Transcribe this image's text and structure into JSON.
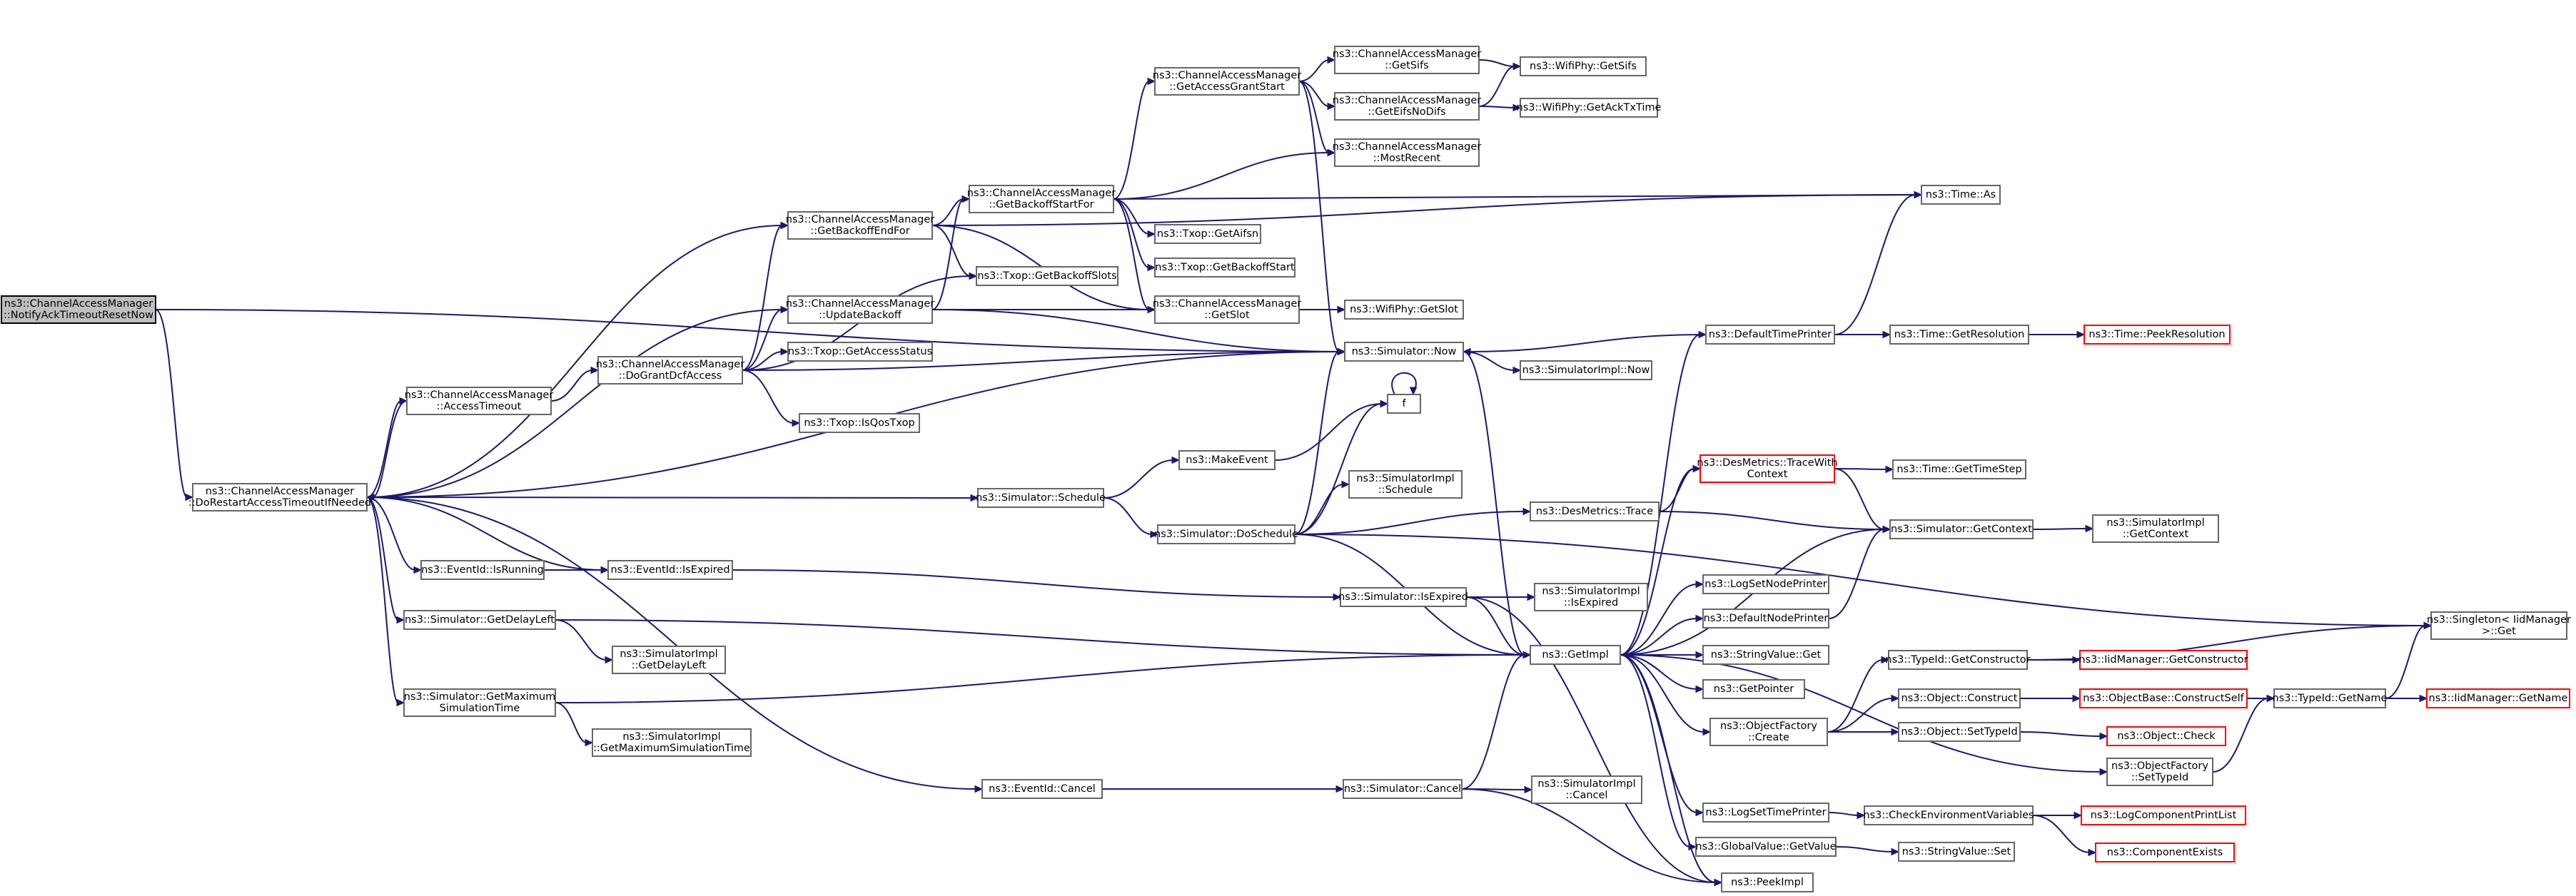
{
  "diagram": {
    "nodes": [
      {
        "id": "root",
        "lines": [
          "ns3::ChannelAccessManager",
          "::NotifyAckTimeoutResetNow"
        ],
        "style": "root"
      },
      {
        "id": "restart",
        "lines": [
          "ns3::ChannelAccessManager",
          "::DoRestartAccessTimeoutIfNeeded"
        ]
      },
      {
        "id": "getBackoffEnd",
        "lines": [
          "ns3::ChannelAccessManager",
          "::GetBackoffEndFor"
        ]
      },
      {
        "id": "updateBackoff",
        "lines": [
          "ns3::ChannelAccessManager",
          "::UpdateBackoff"
        ]
      },
      {
        "id": "doGrant",
        "lines": [
          "ns3::ChannelAccessManager",
          "::DoGrantDcfAccess"
        ]
      },
      {
        "id": "accessTimeout",
        "lines": [
          "ns3::ChannelAccessManager",
          "::AccessTimeout"
        ]
      },
      {
        "id": "getBackoffStart",
        "lines": [
          "ns3::ChannelAccessManager",
          "::GetBackoffStartFor"
        ]
      },
      {
        "id": "getAccessGrant",
        "lines": [
          "ns3::ChannelAccessManager",
          "::GetAccessGrantStart"
        ]
      },
      {
        "id": "cmGetSifs",
        "lines": [
          "ns3::ChannelAccessManager",
          "::GetSifs"
        ]
      },
      {
        "id": "cmGetEifs",
        "lines": [
          "ns3::ChannelAccessManager",
          "::GetEifsNoDifs"
        ]
      },
      {
        "id": "mostRecent",
        "lines": [
          "ns3::ChannelAccessManager",
          "::MostRecent"
        ]
      },
      {
        "id": "cmGetSlot",
        "lines": [
          "ns3::ChannelAccessManager",
          "::GetSlot"
        ]
      },
      {
        "id": "phySifs",
        "lines": [
          "ns3::WifiPhy::GetSifs"
        ]
      },
      {
        "id": "phyAck",
        "lines": [
          "ns3::WifiPhy::GetAckTxTime"
        ]
      },
      {
        "id": "phySlot",
        "lines": [
          "ns3::WifiPhy::GetSlot"
        ]
      },
      {
        "id": "timeAs",
        "lines": [
          "ns3::Time::As"
        ]
      },
      {
        "id": "txopAifsn",
        "lines": [
          "ns3::Txop::GetAifsn"
        ]
      },
      {
        "id": "txopBackoffStart",
        "lines": [
          "ns3::Txop::GetBackoffStart"
        ]
      },
      {
        "id": "txopBackoffSlots",
        "lines": [
          "ns3::Txop::GetBackoffSlots"
        ]
      },
      {
        "id": "txopAccessStatus",
        "lines": [
          "ns3::Txop::GetAccessStatus"
        ]
      },
      {
        "id": "txopQos",
        "lines": [
          "ns3::Txop::IsQosTxop"
        ]
      },
      {
        "id": "simNow",
        "lines": [
          "ns3::Simulator::Now"
        ]
      },
      {
        "id": "simImplNow",
        "lines": [
          "ns3::SimulatorImpl::Now"
        ]
      },
      {
        "id": "defaultTimePrinter",
        "lines": [
          "ns3::DefaultTimePrinter"
        ]
      },
      {
        "id": "timeGetRes",
        "lines": [
          "ns3::Time::GetResolution"
        ]
      },
      {
        "id": "timePeekRes",
        "lines": [
          "ns3::Time::PeekResolution"
        ],
        "style": "trunc"
      },
      {
        "id": "f",
        "lines": [
          "f"
        ]
      },
      {
        "id": "makeEvent",
        "lines": [
          "ns3::MakeEvent"
        ]
      },
      {
        "id": "simSchedule",
        "lines": [
          "ns3::Simulator::Schedule"
        ]
      },
      {
        "id": "simDoSchedule",
        "lines": [
          "ns3::Simulator::DoSchedule"
        ]
      },
      {
        "id": "simImplSchedule",
        "lines": [
          "ns3::SimulatorImpl",
          "::Schedule"
        ]
      },
      {
        "id": "desTraceCtx",
        "lines": [
          "ns3::DesMetrics::TraceWith",
          "Context"
        ],
        "style": "trunc"
      },
      {
        "id": "desTrace",
        "lines": [
          "ns3::DesMetrics::Trace"
        ]
      },
      {
        "id": "timeStep",
        "lines": [
          "ns3::Time::GetTimeStep"
        ]
      },
      {
        "id": "simGetCtx",
        "lines": [
          "ns3::Simulator::GetContext"
        ]
      },
      {
        "id": "simImplGetCtx",
        "lines": [
          "ns3::SimulatorImpl",
          "::GetContext"
        ]
      },
      {
        "id": "eventIsRunning",
        "lines": [
          "ns3::EventId::IsRunning"
        ]
      },
      {
        "id": "eventIsExpired",
        "lines": [
          "ns3::EventId::IsExpired"
        ]
      },
      {
        "id": "simIsExpired",
        "lines": [
          "ns3::Simulator::IsExpired"
        ]
      },
      {
        "id": "simImplIsExpired",
        "lines": [
          "ns3::SimulatorImpl",
          "::IsExpired"
        ]
      },
      {
        "id": "simGetDelayLeft",
        "lines": [
          "ns3::Simulator::GetDelayLeft"
        ]
      },
      {
        "id": "simImplDelayLeft",
        "lines": [
          "ns3::SimulatorImpl",
          "::GetDelayLeft"
        ]
      },
      {
        "id": "simGetMax",
        "lines": [
          "ns3::Simulator::GetMaximum",
          "SimulationTime"
        ]
      },
      {
        "id": "simImplMax",
        "lines": [
          "ns3::SimulatorImpl",
          "::GetMaximumSimulationTime"
        ]
      },
      {
        "id": "getImpl",
        "lines": [
          "ns3::GetImpl"
        ]
      },
      {
        "id": "logSetNode",
        "lines": [
          "ns3::LogSetNodePrinter"
        ]
      },
      {
        "id": "defaultNodePrinter",
        "lines": [
          "ns3::DefaultNodePrinter"
        ]
      },
      {
        "id": "strValGet",
        "lines": [
          "ns3::StringValue::Get"
        ]
      },
      {
        "id": "getPointer",
        "lines": [
          "ns3::GetPointer"
        ]
      },
      {
        "id": "objFactoryCreate",
        "lines": [
          "ns3::ObjectFactory",
          "::Create"
        ]
      },
      {
        "id": "typeIdGetCtor",
        "lines": [
          "ns3::TypeId::GetConstructor"
        ]
      },
      {
        "id": "iidGetCtor",
        "lines": [
          "ns3::IidManager::GetConstructor"
        ],
        "style": "trunc"
      },
      {
        "id": "objConstruct",
        "lines": [
          "ns3::Object::Construct"
        ]
      },
      {
        "id": "objBaseConstruct",
        "lines": [
          "ns3::ObjectBase::ConstructSelf"
        ],
        "style": "trunc"
      },
      {
        "id": "objSetTypeId",
        "lines": [
          "ns3::Object::SetTypeId"
        ]
      },
      {
        "id": "objCheck",
        "lines": [
          "ns3::Object::Check"
        ],
        "style": "trunc"
      },
      {
        "id": "objFactorySetTypeId",
        "lines": [
          "ns3::ObjectFactory",
          "::SetTypeId"
        ]
      },
      {
        "id": "typeIdGetName",
        "lines": [
          "ns3::TypeId::GetName"
        ]
      },
      {
        "id": "iidGetName",
        "lines": [
          "ns3::IidManager::GetName"
        ],
        "style": "trunc"
      },
      {
        "id": "singletonGet",
        "lines": [
          "ns3::Singleton< IidManager",
          " >::Get"
        ]
      },
      {
        "id": "eventCancel",
        "lines": [
          "ns3::EventId::Cancel"
        ]
      },
      {
        "id": "simCancel",
        "lines": [
          "ns3::Simulator::Cancel"
        ]
      },
      {
        "id": "simImplCancel",
        "lines": [
          "ns3::SimulatorImpl",
          "::Cancel"
        ]
      },
      {
        "id": "logSetTime",
        "lines": [
          "ns3::LogSetTimePrinter"
        ]
      },
      {
        "id": "checkEnv",
        "lines": [
          "ns3::CheckEnvironmentVariables"
        ]
      },
      {
        "id": "logCompPrint",
        "lines": [
          "ns3::LogComponentPrintList"
        ],
        "style": "trunc"
      },
      {
        "id": "compExists",
        "lines": [
          "ns3::ComponentExists"
        ],
        "style": "trunc"
      },
      {
        "id": "globalValGet",
        "lines": [
          "ns3::GlobalValue::GetValue"
        ]
      },
      {
        "id": "strValSet",
        "lines": [
          "ns3::StringValue::Set"
        ]
      },
      {
        "id": "peekImpl",
        "lines": [
          "ns3::PeekImpl"
        ]
      }
    ],
    "edges": [
      [
        "root",
        "restart"
      ],
      [
        "root",
        "simNow"
      ],
      [
        "restart",
        "getBackoffEnd"
      ],
      [
        "restart",
        "updateBackoff"
      ],
      [
        "restart",
        "accessTimeout"
      ],
      [
        "restart",
        "simNow"
      ],
      [
        "restart",
        "simSchedule"
      ],
      [
        "restart",
        "eventIsRunning"
      ],
      [
        "restart",
        "eventIsExpired"
      ],
      [
        "restart",
        "simGetDelayLeft"
      ],
      [
        "restart",
        "simGetMax"
      ],
      [
        "restart",
        "eventCancel"
      ],
      [
        "accessTimeout",
        "restart"
      ],
      [
        "accessTimeout",
        "doGrant"
      ],
      [
        "doGrant",
        "getBackoffEnd"
      ],
      [
        "doGrant",
        "updateBackoff"
      ],
      [
        "doGrant",
        "txopBackoffSlots"
      ],
      [
        "doGrant",
        "txopAccessStatus"
      ],
      [
        "doGrant",
        "txopQos"
      ],
      [
        "doGrant",
        "simNow"
      ],
      [
        "getBackoffEnd",
        "getBackoffStart"
      ],
      [
        "getBackoffEnd",
        "cmGetSlot"
      ],
      [
        "getBackoffEnd",
        "txopBackoffSlots"
      ],
      [
        "getBackoffEnd",
        "timeAs"
      ],
      [
        "updateBackoff",
        "getBackoffStart"
      ],
      [
        "updateBackoff",
        "cmGetSlot"
      ],
      [
        "updateBackoff",
        "simNow"
      ],
      [
        "getBackoffStart",
        "getAccessGrant"
      ],
      [
        "getBackoffStart",
        "mostRecent"
      ],
      [
        "getBackoffStart",
        "txopAifsn"
      ],
      [
        "getBackoffStart",
        "txopBackoffStart"
      ],
      [
        "getBackoffStart",
        "cmGetSlot"
      ],
      [
        "getBackoffStart",
        "timeAs"
      ],
      [
        "getAccessGrant",
        "cmGetSifs"
      ],
      [
        "getAccessGrant",
        "cmGetEifs"
      ],
      [
        "getAccessGrant",
        "mostRecent"
      ],
      [
        "getAccessGrant",
        "simNow"
      ],
      [
        "cmGetSifs",
        "phySifs"
      ],
      [
        "cmGetEifs",
        "phySifs"
      ],
      [
        "cmGetEifs",
        "phyAck"
      ],
      [
        "cmGetSlot",
        "phySlot"
      ],
      [
        "simNow",
        "simImplNow"
      ],
      [
        "simNow",
        "getImpl"
      ],
      [
        "defaultTimePrinter",
        "simNow"
      ],
      [
        "defaultTimePrinter",
        "timeAs"
      ],
      [
        "defaultTimePrinter",
        "timeGetRes"
      ],
      [
        "timeGetRes",
        "timePeekRes"
      ],
      [
        "f",
        "f"
      ],
      [
        "simSchedule",
        "makeEvent"
      ],
      [
        "simSchedule",
        "simDoSchedule"
      ],
      [
        "makeEvent",
        "f"
      ],
      [
        "simDoSchedule",
        "simNow"
      ],
      [
        "simDoSchedule",
        "f"
      ],
      [
        "simDoSchedule",
        "simImplSchedule"
      ],
      [
        "simDoSchedule",
        "desTrace"
      ],
      [
        "simDoSchedule",
        "getImpl"
      ],
      [
        "simDoSchedule",
        "singletonGet"
      ],
      [
        "desTrace",
        "desTraceCtx"
      ],
      [
        "desTrace",
        "simGetCtx"
      ],
      [
        "desTraceCtx",
        "timeStep"
      ],
      [
        "desTraceCtx",
        "simGetCtx"
      ],
      [
        "simGetCtx",
        "simImplGetCtx"
      ],
      [
        "eventIsRunning",
        "eventIsExpired"
      ],
      [
        "eventIsExpired",
        "simIsExpired"
      ],
      [
        "simIsExpired",
        "simImplIsExpired"
      ],
      [
        "simIsExpired",
        "getImpl"
      ],
      [
        "simIsExpired",
        "peekImpl"
      ],
      [
        "simGetDelayLeft",
        "simImplDelayLeft"
      ],
      [
        "simGetDelayLeft",
        "getImpl"
      ],
      [
        "simGetMax",
        "simImplMax"
      ],
      [
        "simGetMax",
        "getImpl"
      ],
      [
        "eventCancel",
        "simCancel"
      ],
      [
        "simCancel",
        "simImplCancel"
      ],
      [
        "simCancel",
        "getImpl"
      ],
      [
        "simCancel",
        "peekImpl"
      ],
      [
        "getImpl",
        "defaultTimePrinter"
      ],
      [
        "getImpl",
        "desTraceCtx"
      ],
      [
        "getImpl",
        "simGetCtx"
      ],
      [
        "getImpl",
        "logSetNode"
      ],
      [
        "getImpl",
        "defaultNodePrinter"
      ],
      [
        "getImpl",
        "strValGet"
      ],
      [
        "getImpl",
        "getPointer"
      ],
      [
        "getImpl",
        "objFactoryCreate"
      ],
      [
        "getImpl",
        "objFactorySetTypeId"
      ],
      [
        "getImpl",
        "logSetTime"
      ],
      [
        "getImpl",
        "globalValGet"
      ],
      [
        "getImpl",
        "peekImpl"
      ],
      [
        "defaultNodePrinter",
        "simGetCtx"
      ],
      [
        "objFactoryCreate",
        "typeIdGetCtor"
      ],
      [
        "objFactoryCreate",
        "objConstruct"
      ],
      [
        "objFactoryCreate",
        "objSetTypeId"
      ],
      [
        "typeIdGetCtor",
        "iidGetCtor"
      ],
      [
        "typeIdGetCtor",
        "singletonGet"
      ],
      [
        "objConstruct",
        "objBaseConstruct"
      ],
      [
        "objBaseConstruct",
        "typeIdGetName"
      ],
      [
        "objSetTypeId",
        "objCheck"
      ],
      [
        "objFactorySetTypeId",
        "typeIdGetName"
      ],
      [
        "typeIdGetName",
        "iidGetName"
      ],
      [
        "typeIdGetName",
        "singletonGet"
      ],
      [
        "logSetTime",
        "checkEnv"
      ],
      [
        "checkEnv",
        "logCompPrint"
      ],
      [
        "checkEnv",
        "compExists"
      ],
      [
        "globalValGet",
        "strValSet"
      ]
    ]
  }
}
